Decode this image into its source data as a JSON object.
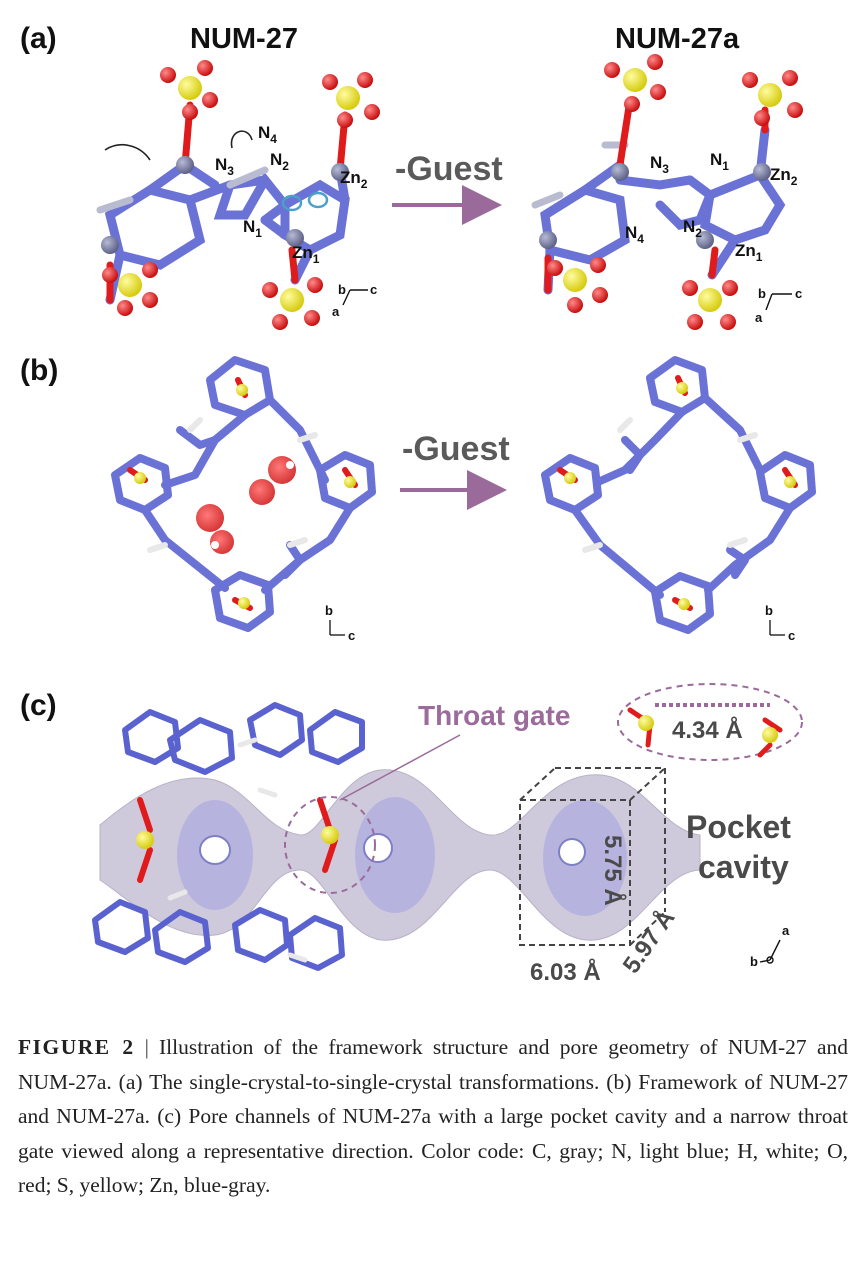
{
  "figure": {
    "panel_a": {
      "label": "(a)",
      "left_title": "NUM-27",
      "right_title": "NUM-27a",
      "arrow_text": "-Guest",
      "left_atoms": {
        "n4": "N",
        "n4_sub": "4",
        "n3": "N",
        "n3_sub": "3",
        "n2": "N",
        "n2_sub": "2",
        "n1": "N",
        "n1_sub": "1",
        "zn2": "Zn",
        "zn2_sub": "2",
        "zn1": "Zn",
        "zn1_sub": "1"
      },
      "right_atoms": {
        "n3": "N",
        "n3_sub": "3",
        "n1": "N",
        "n1_sub": "1",
        "zn2": "Zn",
        "zn2_sub": "2",
        "n2": "N",
        "n2_sub": "2",
        "n4": "N",
        "n4_sub": "4",
        "zn1": "Zn",
        "zn1_sub": "1"
      },
      "axes": {
        "b": "b",
        "c": "c",
        "a": "a"
      }
    },
    "panel_b": {
      "label": "(b)",
      "arrow_text": "-Guest",
      "axes": {
        "b": "b",
        "c": "c"
      }
    },
    "panel_c": {
      "label": "(c)",
      "throat_gate": "Throat gate",
      "gate_distance": "4.34 Å",
      "pocket_line1": "Pocket",
      "pocket_line2": "cavity",
      "dim_height": "5.75 Å",
      "dim_width": "6.03 Å",
      "dim_depth": "5.97 Å",
      "axes": {
        "b": "b",
        "a": "a"
      }
    },
    "colors": {
      "carbon": "#7377a6",
      "nitrogen": "#6a72d6",
      "hydrogen": "#f2f2f2",
      "oxygen": "#e01b1b",
      "sulfur": "#e8e018",
      "zinc": "#757a9c",
      "guest_arrow": "#9a6b9a",
      "channel": "#c9c4d8"
    }
  },
  "caption": {
    "label": "FIGURE 2",
    "separator": "|",
    "text": "Illustration of the framework structure and pore geometry of NUM-27 and NUM-27a. (a) The single-crystal-to-single-crystal transformations. (b) Framework of NUM-27 and NUM-27a. (c) Pore channels of NUM-27a with a large pocket cavity and a narrow throat gate viewed along a representative direction. Color code: C, gray; N, light blue; H, white; O, red; S, yellow; Zn, blue-gray."
  }
}
